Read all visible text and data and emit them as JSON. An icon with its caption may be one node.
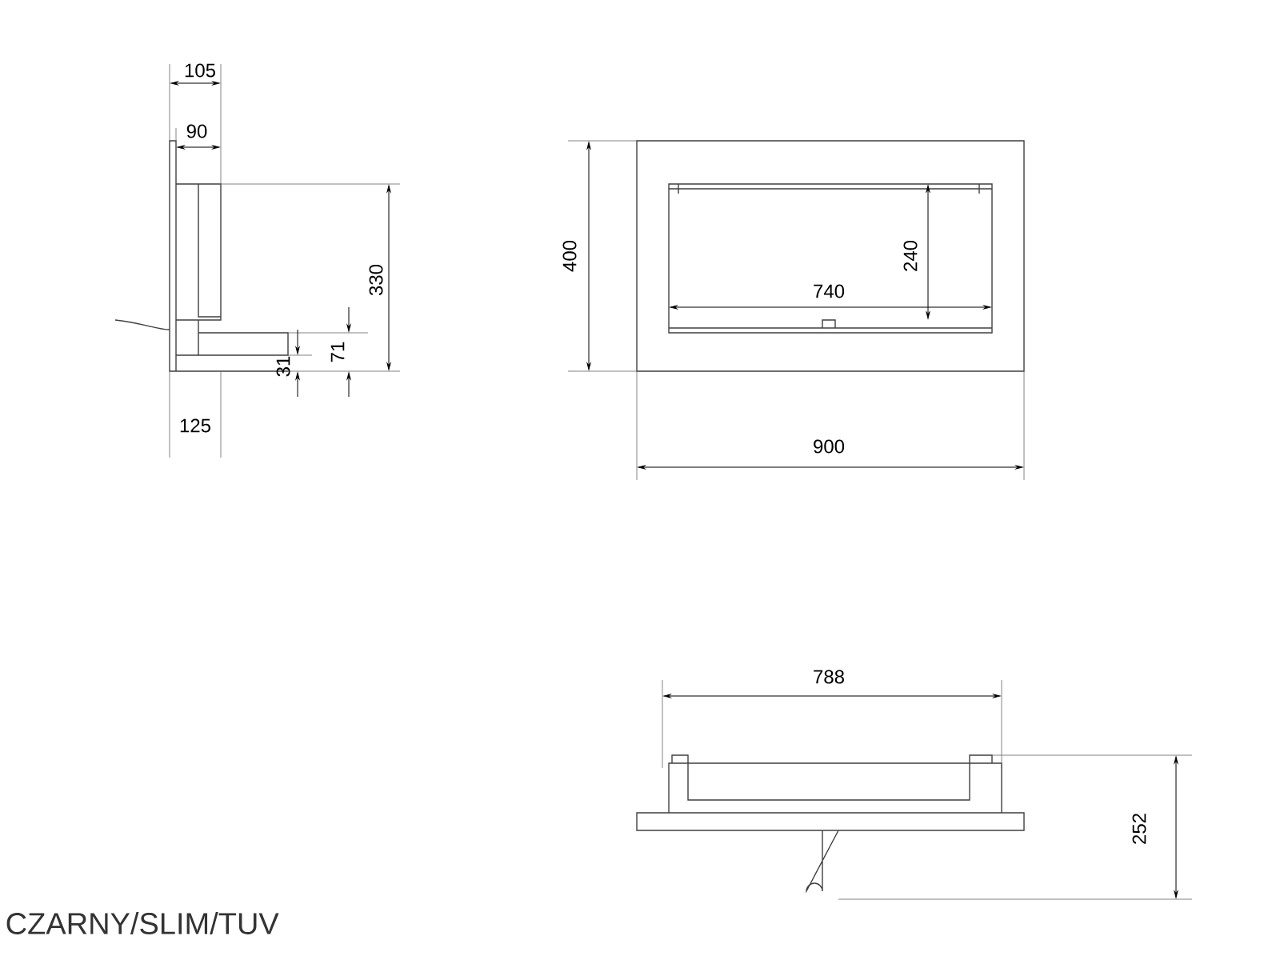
{
  "diagram": {
    "labels": [
      "105",
      "90",
      "330",
      "71",
      "31",
      "125",
      "400",
      "240",
      "740",
      "900",
      "788",
      "252",
      "CZARNY/SLIM/TUV"
    ]
  }
}
